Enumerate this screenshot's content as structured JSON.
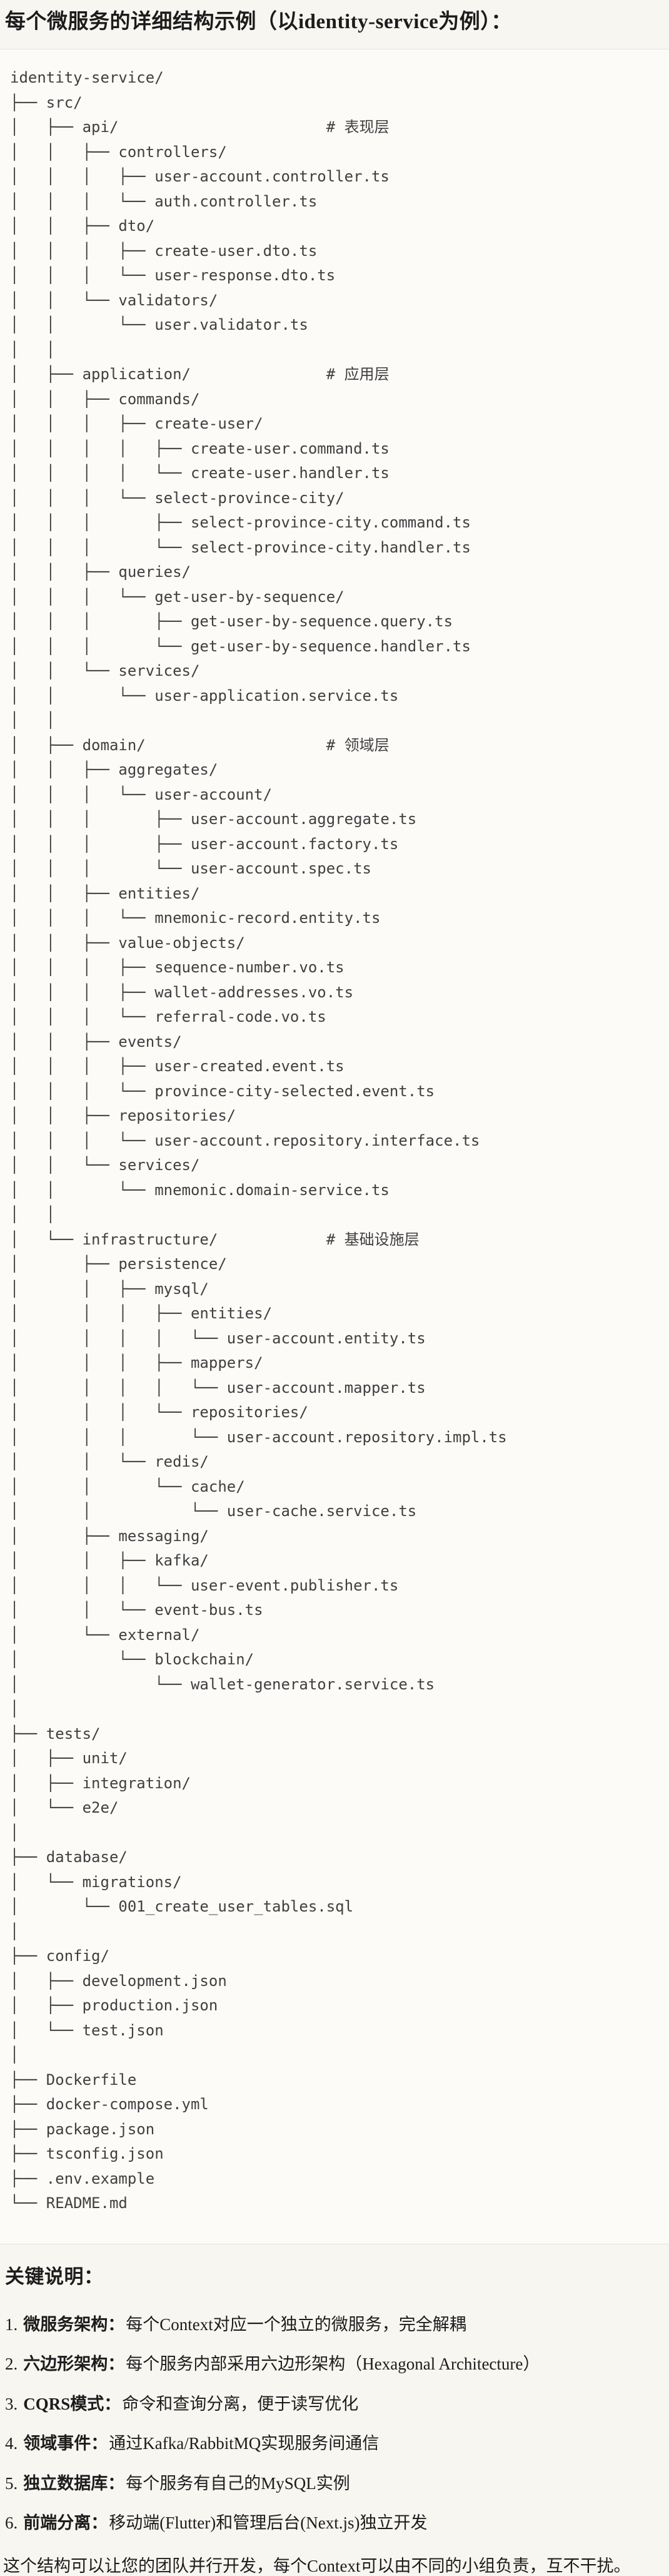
{
  "title": "每个微服务的详细结构示例（以identity-service为例）：",
  "colors": {
    "page_background": "#f8f6f1",
    "code_background": "#fcfbf8",
    "code_border": "#e3e1db",
    "code_text": "#3f3f3f",
    "body_text": "#1c1c1c"
  },
  "tree": {
    "lines": [
      "identity-service/",
      "├── src/",
      "│   ├── api/                       # 表现层",
      "│   │   ├── controllers/",
      "│   │   │   ├── user-account.controller.ts",
      "│   │   │   └── auth.controller.ts",
      "│   │   ├── dto/",
      "│   │   │   ├── create-user.dto.ts",
      "│   │   │   └── user-response.dto.ts",
      "│   │   └── validators/",
      "│   │       └── user.validator.ts",
      "│   │",
      "│   ├── application/               # 应用层",
      "│   │   ├── commands/",
      "│   │   │   ├── create-user/",
      "│   │   │   │   ├── create-user.command.ts",
      "│   │   │   │   └── create-user.handler.ts",
      "│   │   │   └── select-province-city/",
      "│   │   │       ├── select-province-city.command.ts",
      "│   │   │       └── select-province-city.handler.ts",
      "│   │   ├── queries/",
      "│   │   │   └── get-user-by-sequence/",
      "│   │   │       ├── get-user-by-sequence.query.ts",
      "│   │   │       └── get-user-by-sequence.handler.ts",
      "│   │   └── services/",
      "│   │       └── user-application.service.ts",
      "│   │",
      "│   ├── domain/                    # 领域层",
      "│   │   ├── aggregates/",
      "│   │   │   └── user-account/",
      "│   │   │       ├── user-account.aggregate.ts",
      "│   │   │       ├── user-account.factory.ts",
      "│   │   │       └── user-account.spec.ts",
      "│   │   ├── entities/",
      "│   │   │   └── mnemonic-record.entity.ts",
      "│   │   ├── value-objects/",
      "│   │   │   ├── sequence-number.vo.ts",
      "│   │   │   ├── wallet-addresses.vo.ts",
      "│   │   │   └── referral-code.vo.ts",
      "│   │   ├── events/",
      "│   │   │   ├── user-created.event.ts",
      "│   │   │   └── province-city-selected.event.ts",
      "│   │   ├── repositories/",
      "│   │   │   └── user-account.repository.interface.ts",
      "│   │   └── services/",
      "│   │       └── mnemonic.domain-service.ts",
      "│   │",
      "│   └── infrastructure/            # 基础设施层",
      "│       ├── persistence/",
      "│       │   ├── mysql/",
      "│       │   │   ├── entities/",
      "│       │   │   │   └── user-account.entity.ts",
      "│       │   │   ├── mappers/",
      "│       │   │   │   └── user-account.mapper.ts",
      "│       │   │   └── repositories/",
      "│       │   │       └── user-account.repository.impl.ts",
      "│       │   └── redis/",
      "│       │       └── cache/",
      "│       │           └── user-cache.service.ts",
      "│       ├── messaging/",
      "│       │   ├── kafka/",
      "│       │   │   └── user-event.publisher.ts",
      "│       │   └── event-bus.ts",
      "│       └── external/",
      "│           └── blockchain/",
      "│               └── wallet-generator.service.ts",
      "│",
      "├── tests/",
      "│   ├── unit/",
      "│   ├── integration/",
      "│   └── e2e/",
      "│",
      "├── database/",
      "│   └── migrations/",
      "│       └── 001_create_user_tables.sql",
      "│",
      "├── config/",
      "│   ├── development.json",
      "│   ├── production.json",
      "│   └── test.json",
      "│",
      "├── Dockerfile",
      "├── docker-compose.yml",
      "├── package.json",
      "├── tsconfig.json",
      "├── .env.example",
      "└── README.md"
    ]
  },
  "notes": {
    "heading": "关键说明：",
    "items": [
      {
        "num": "1.",
        "term": "微服务架构",
        "sep": "：",
        "desc": "每个Context对应一个独立的微服务，完全解耦"
      },
      {
        "num": "2.",
        "term": "六边形架构",
        "sep": "：",
        "desc": "每个服务内部采用六边形架构（Hexagonal Architecture）"
      },
      {
        "num": "3.",
        "term": "CQRS模式",
        "sep": "：",
        "desc": "命令和查询分离，便于读写优化"
      },
      {
        "num": "4.",
        "term": "领域事件",
        "sep": "：",
        "desc": "通过Kafka/RabbitMQ实现服务间通信"
      },
      {
        "num": "5.",
        "term": "独立数据库",
        "sep": "：",
        "desc": "每个服务有自己的MySQL实例"
      },
      {
        "num": "6.",
        "term": "前端分离",
        "sep": "：",
        "desc": "移动端(Flutter)和管理后台(Next.js)独立开发"
      }
    ],
    "footer": "这个结构可以让您的团队并行开发，每个Context可以由不同的小组负责，互不干扰。"
  }
}
